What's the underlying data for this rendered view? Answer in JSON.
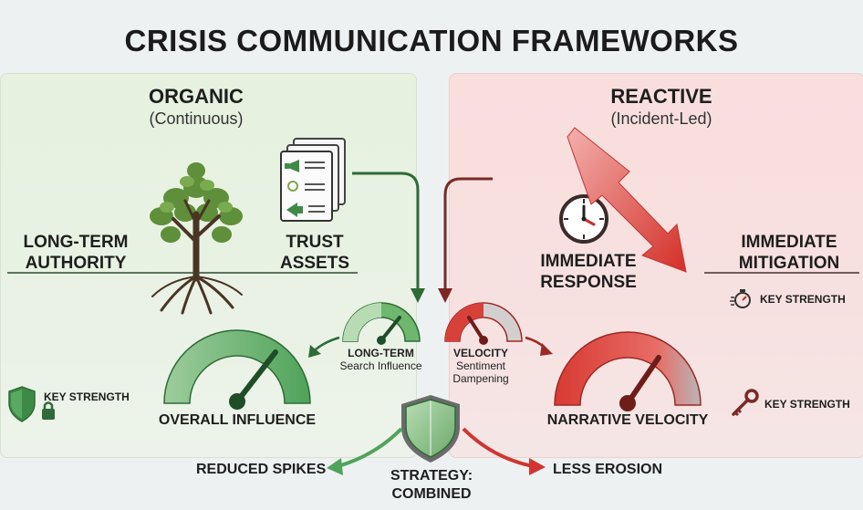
{
  "title": "CRISIS COMMUNICATION FRAMEWORKS",
  "organic": {
    "heading": "ORGANIC",
    "subheading": "(Continuous)",
    "long_term_line1": "LONG-TERM",
    "long_term_line2": "AUTHORITY",
    "trust_line1": "TRUST",
    "trust_line2": "ASSETS",
    "key_strength": "KEY STRENGTH",
    "gauge_label": "OVERALL INFLUENCE",
    "small_gauge_line1": "LONG-TERM",
    "small_gauge_line2": "Search Influence"
  },
  "reactive": {
    "heading": "REACTIVE",
    "subheading": "(Incident-Led)",
    "response_line1": "IMMEDIATE",
    "response_line2": "RESPONSE",
    "mitigation_line1": "IMMEDIATE",
    "mitigation_line2": "MITIGATION",
    "key_strength_top": "KEY STRENGTH",
    "key_strength_bottom": "KEY STRENGTH",
    "gauge_label": "NARRATIVE VELOCITY",
    "small_gauge_line1": "VELOCITY",
    "small_gauge_line2": "Sentiment",
    "small_gauge_line3": "Dampening"
  },
  "strategy": {
    "line1": "STRATEGY:",
    "line2": "COMBINED",
    "left_outcome": "REDUCED SPIKES",
    "right_outcome": "LESS EROSION"
  },
  "colors": {
    "green": "#3f9b4c",
    "dark_green": "#2e6b37",
    "red": "#d0352f",
    "dark_red": "#7a2a25"
  },
  "icons": [
    "tree-icon",
    "document-stack-icon",
    "clock-icon",
    "lightning-arrow-icon",
    "shield-lock-icon",
    "stopwatch-icon",
    "key-icon",
    "shield-icon"
  ]
}
